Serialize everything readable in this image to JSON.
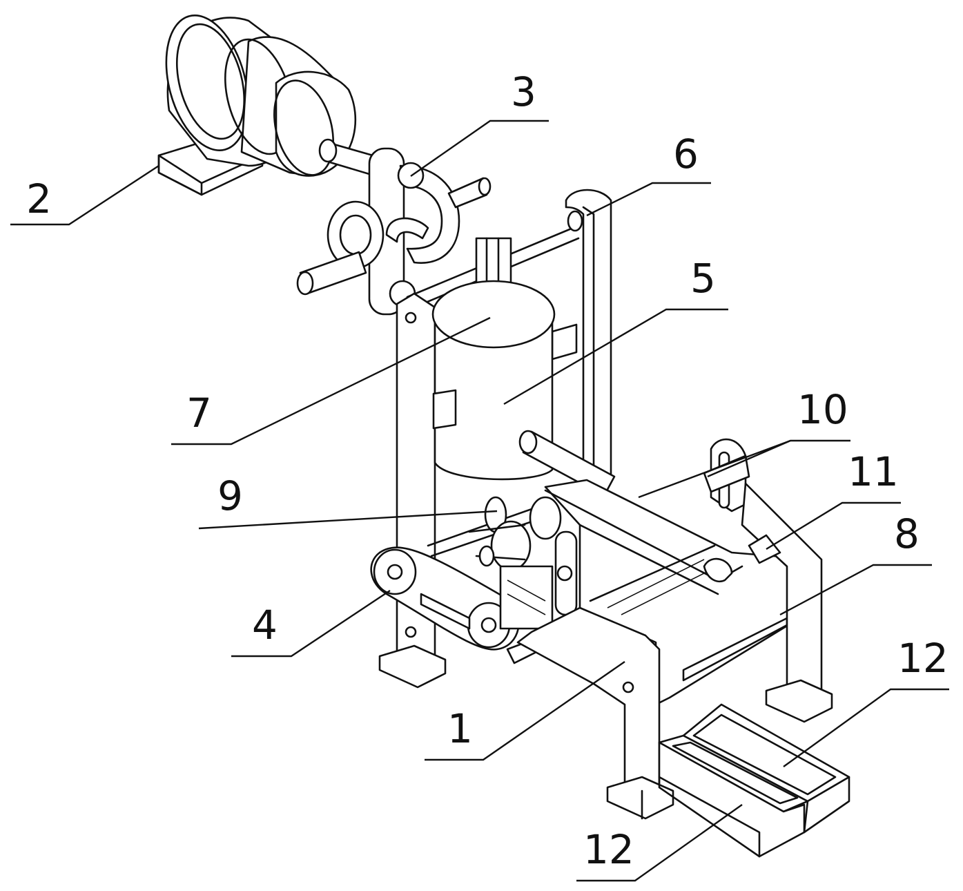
{
  "labels": {
    "l1": "1",
    "l2": "2",
    "l3": "3",
    "l4": "4",
    "l5": "5",
    "l6": "6",
    "l7": "7",
    "l8": "8",
    "l9": "9",
    "l10": "10",
    "l11": "11",
    "l12a": "12",
    "l12b": "12"
  }
}
